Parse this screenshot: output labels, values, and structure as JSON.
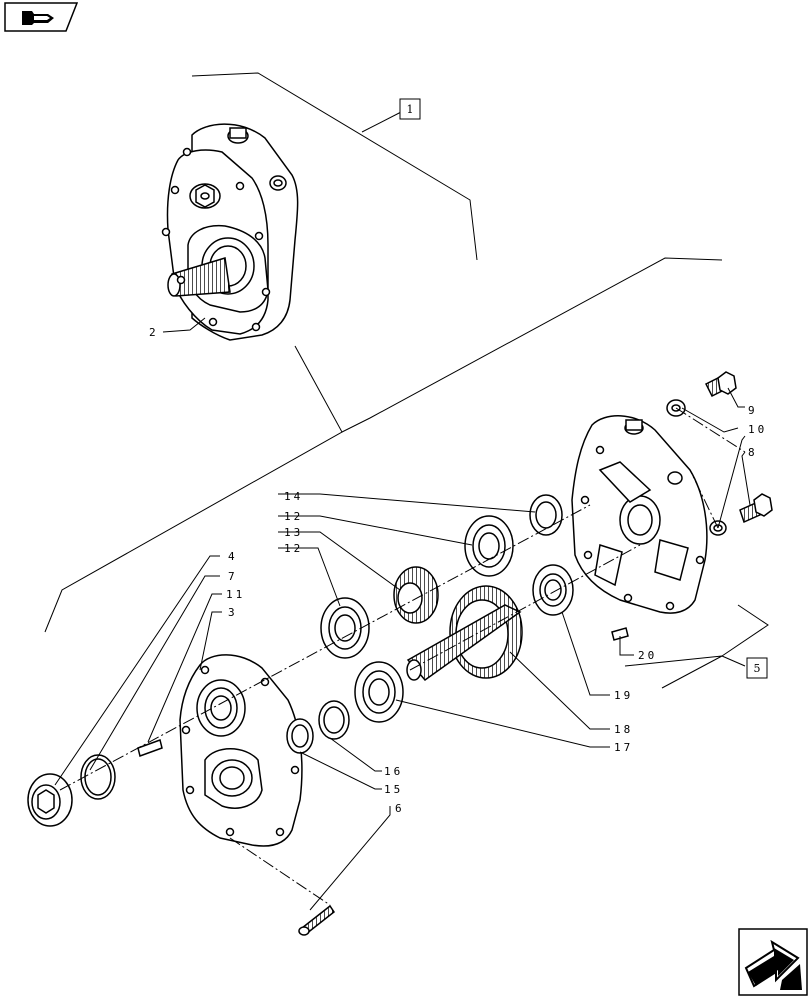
{
  "diagram": {
    "callouts": [
      {
        "id": "c2",
        "text": "2"
      },
      {
        "id": "c3",
        "text": "3"
      },
      {
        "id": "c4",
        "text": "4"
      },
      {
        "id": "c6",
        "text": "6"
      },
      {
        "id": "c7",
        "text": "7"
      },
      {
        "id": "c8",
        "text": "8"
      },
      {
        "id": "c9",
        "text": "9"
      },
      {
        "id": "c10",
        "text": "10"
      },
      {
        "id": "c11",
        "text": "11"
      },
      {
        "id": "c12a",
        "text": "12"
      },
      {
        "id": "c12b",
        "text": "12"
      },
      {
        "id": "c13",
        "text": "13"
      },
      {
        "id": "c14",
        "text": "14"
      },
      {
        "id": "c15",
        "text": "15"
      },
      {
        "id": "c16",
        "text": "16"
      },
      {
        "id": "c17",
        "text": "17"
      },
      {
        "id": "c18",
        "text": "18"
      },
      {
        "id": "c19",
        "text": "19"
      },
      {
        "id": "c20",
        "text": "20"
      }
    ],
    "box_labels": [
      {
        "id": "b1",
        "text": "1"
      },
      {
        "id": "b5",
        "text": "5"
      }
    ]
  },
  "navigation": {
    "previous_icon": "arrow-previous-icon",
    "next_icon": "arrow-next-icon"
  }
}
